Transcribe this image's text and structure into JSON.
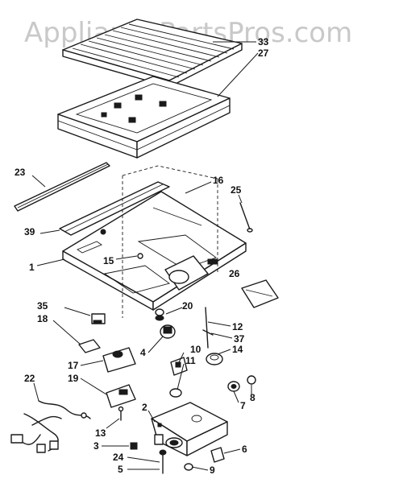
{
  "watermark": "AppliancePartsPros.com",
  "callouts": {
    "c33": "33",
    "c27": "27",
    "c23": "23",
    "c16": "16",
    "c25": "25",
    "c39": "39",
    "c15": "15",
    "c1": "1",
    "c26": "26",
    "c35": "35",
    "c18": "18",
    "c20": "20",
    "c12": "12",
    "c37": "37",
    "c14": "14",
    "c4": "4",
    "c10": "10",
    "c11": "11",
    "c17": "17",
    "c19": "19",
    "c22": "22",
    "c7": "7",
    "c8": "8",
    "c2": "2",
    "c13": "13",
    "c3": "3",
    "c6": "6",
    "c24": "24",
    "c5": "5",
    "c9": "9"
  }
}
